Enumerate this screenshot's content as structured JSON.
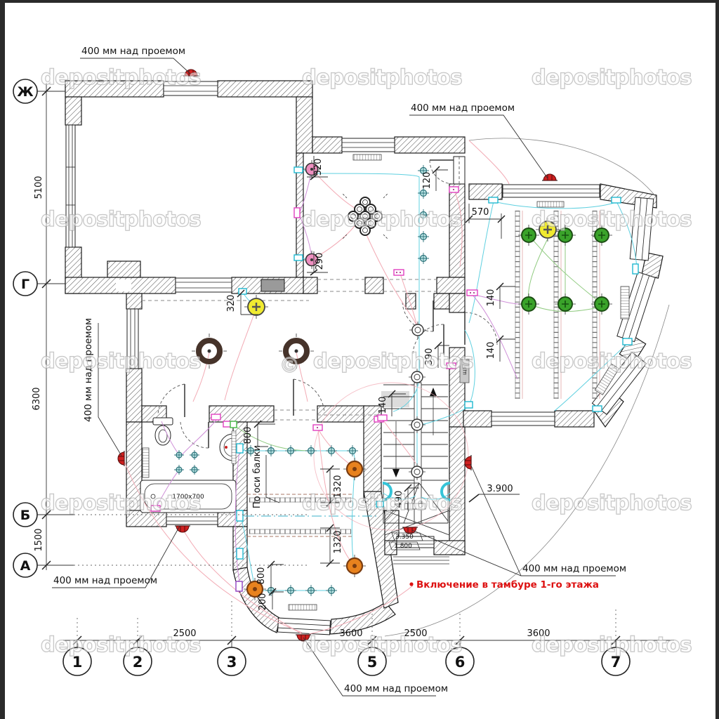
{
  "meta": {
    "type": "architectural electrical ceiling plan, 2nd floor"
  },
  "watermark": {
    "text": "depositphotos",
    "copyright_symbol": "©"
  },
  "axes": {
    "left": [
      {
        "label": "Ж"
      },
      {
        "label": "Г"
      },
      {
        "label": "Б"
      },
      {
        "label": "А"
      }
    ],
    "bottom": [
      {
        "label": "1"
      },
      {
        "label": "2"
      },
      {
        "label": "3"
      },
      {
        "label": "5"
      },
      {
        "label": "6"
      },
      {
        "label": "7"
      }
    ],
    "left_dims": [
      {
        "label": "5100"
      },
      {
        "label": "6300"
      },
      {
        "label": "1500"
      }
    ],
    "bottom_dims": [
      {
        "label": "2500"
      },
      {
        "label": "3600"
      },
      {
        "label": "2500"
      },
      {
        "label": "3600"
      }
    ]
  },
  "annotations": {
    "opening_note": "400 мм над проемом",
    "red_note": "Включение в тамбуре 1-го этажа",
    "red_bullet": "•",
    "beam_axis_note": "По оси балки",
    "bath_size": "1700x700",
    "panel_label": "щэ"
  },
  "levels": [
    {
      "label": "3.900"
    },
    {
      "label": "3.350"
    },
    {
      "label": "1.800"
    }
  ],
  "dims": [
    {
      "label": "320"
    },
    {
      "label": "290"
    },
    {
      "label": "120"
    },
    {
      "label": "320"
    },
    {
      "label": "570"
    },
    {
      "label": "140"
    },
    {
      "label": "140"
    },
    {
      "label": "140"
    },
    {
      "label": "390"
    },
    {
      "label": "490"
    },
    {
      "label": "800"
    },
    {
      "label": "1320"
    },
    {
      "label": "1320"
    },
    {
      "label": "800"
    },
    {
      "label": "200"
    }
  ],
  "colors": {
    "wire_cyan": "#5fd0e0",
    "wire_pink": "#f2aab4",
    "wire_magenta": "#cf8fd8",
    "wire_green": "#8fca7f",
    "light_green": "#3aa32a",
    "light_yellow": "#f0ea30",
    "light_orange": "#e8821e",
    "light_pink": "#ee8fc0",
    "detector_red": "#cf2020",
    "note_red": "#dd1111"
  }
}
